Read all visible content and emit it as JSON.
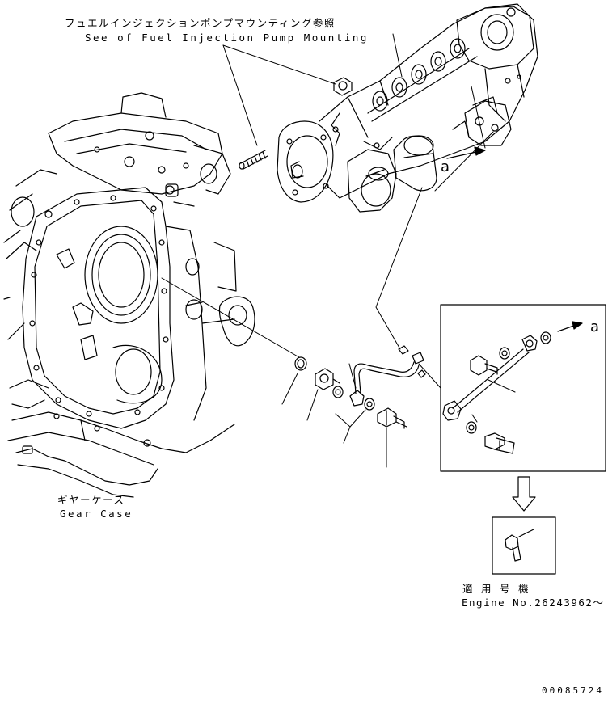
{
  "callouts": {
    "pump_ref_jp": "フュエルインジェクションポンプマウンティング参照",
    "pump_ref_en": "See of Fuel Injection Pump Mounting",
    "gear_case_jp": "ギヤーケース",
    "gear_case_en": "Gear Case",
    "applicable_jp": "適 用 号 機",
    "engine_no": "Engine No.26243962～",
    "marker_a": "a",
    "drawing_no": "00085724"
  },
  "colors": {
    "line": "#000000",
    "background": "#ffffff"
  }
}
